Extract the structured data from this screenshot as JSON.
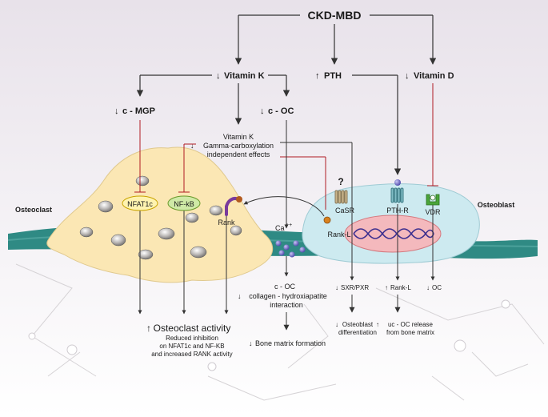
{
  "title": "CKD-MBD",
  "nodes": {
    "vitamin_k": "Vitamin K",
    "pth": "PTH",
    "vitamin_d": "Vitamin D",
    "mgp": "c - MGP",
    "oc": "c - OC",
    "vk_effects_1": "Vitamin K",
    "vk_effects_2": "Gamma-carboxylation",
    "vk_effects_3": "independent effects",
    "question": "?"
  },
  "cells": {
    "osteoclast": "Osteoclast",
    "osteoblast": "Osteoblast"
  },
  "labels": {
    "nfat1c": "NFAT1c",
    "nfkb": "NF-kB",
    "rank": "Rank",
    "ca": "Ca",
    "ca_sup": "++",
    "casr": "CaSR",
    "rankl": "Rank-L",
    "pthr": "PTH-R",
    "vdr": "VDR"
  },
  "outcomes": {
    "oc_collagen_1": "c - OC",
    "oc_collagen_2": "collagen - hydroxiapatite",
    "oc_collagen_3": "interaction",
    "sxr": "SXR/PXR",
    "rankl_up": "Rank-L",
    "oc_down": "OC",
    "ob_diff_1": "Osteoblast",
    "ob_diff_2": "differentiation",
    "ucoc_1": "uc - OC release",
    "ucoc_2": "from bone matrix",
    "oc_activity": "Osteoclast activity",
    "oc_act_1": "Reduced inhibition",
    "oc_act_2": "on NFAT1c and NF-KB",
    "oc_act_3": "and increased RANK activity",
    "bone_matrix": "Bone matrix formation"
  },
  "colors": {
    "arrow": "#333333",
    "inhibit": "#b01c24",
    "bone": "#2f8a84",
    "osteoclast": "#fbe7b4",
    "osteoblast": "#cdeaf0",
    "nucleus": "#f4b9bd"
  }
}
